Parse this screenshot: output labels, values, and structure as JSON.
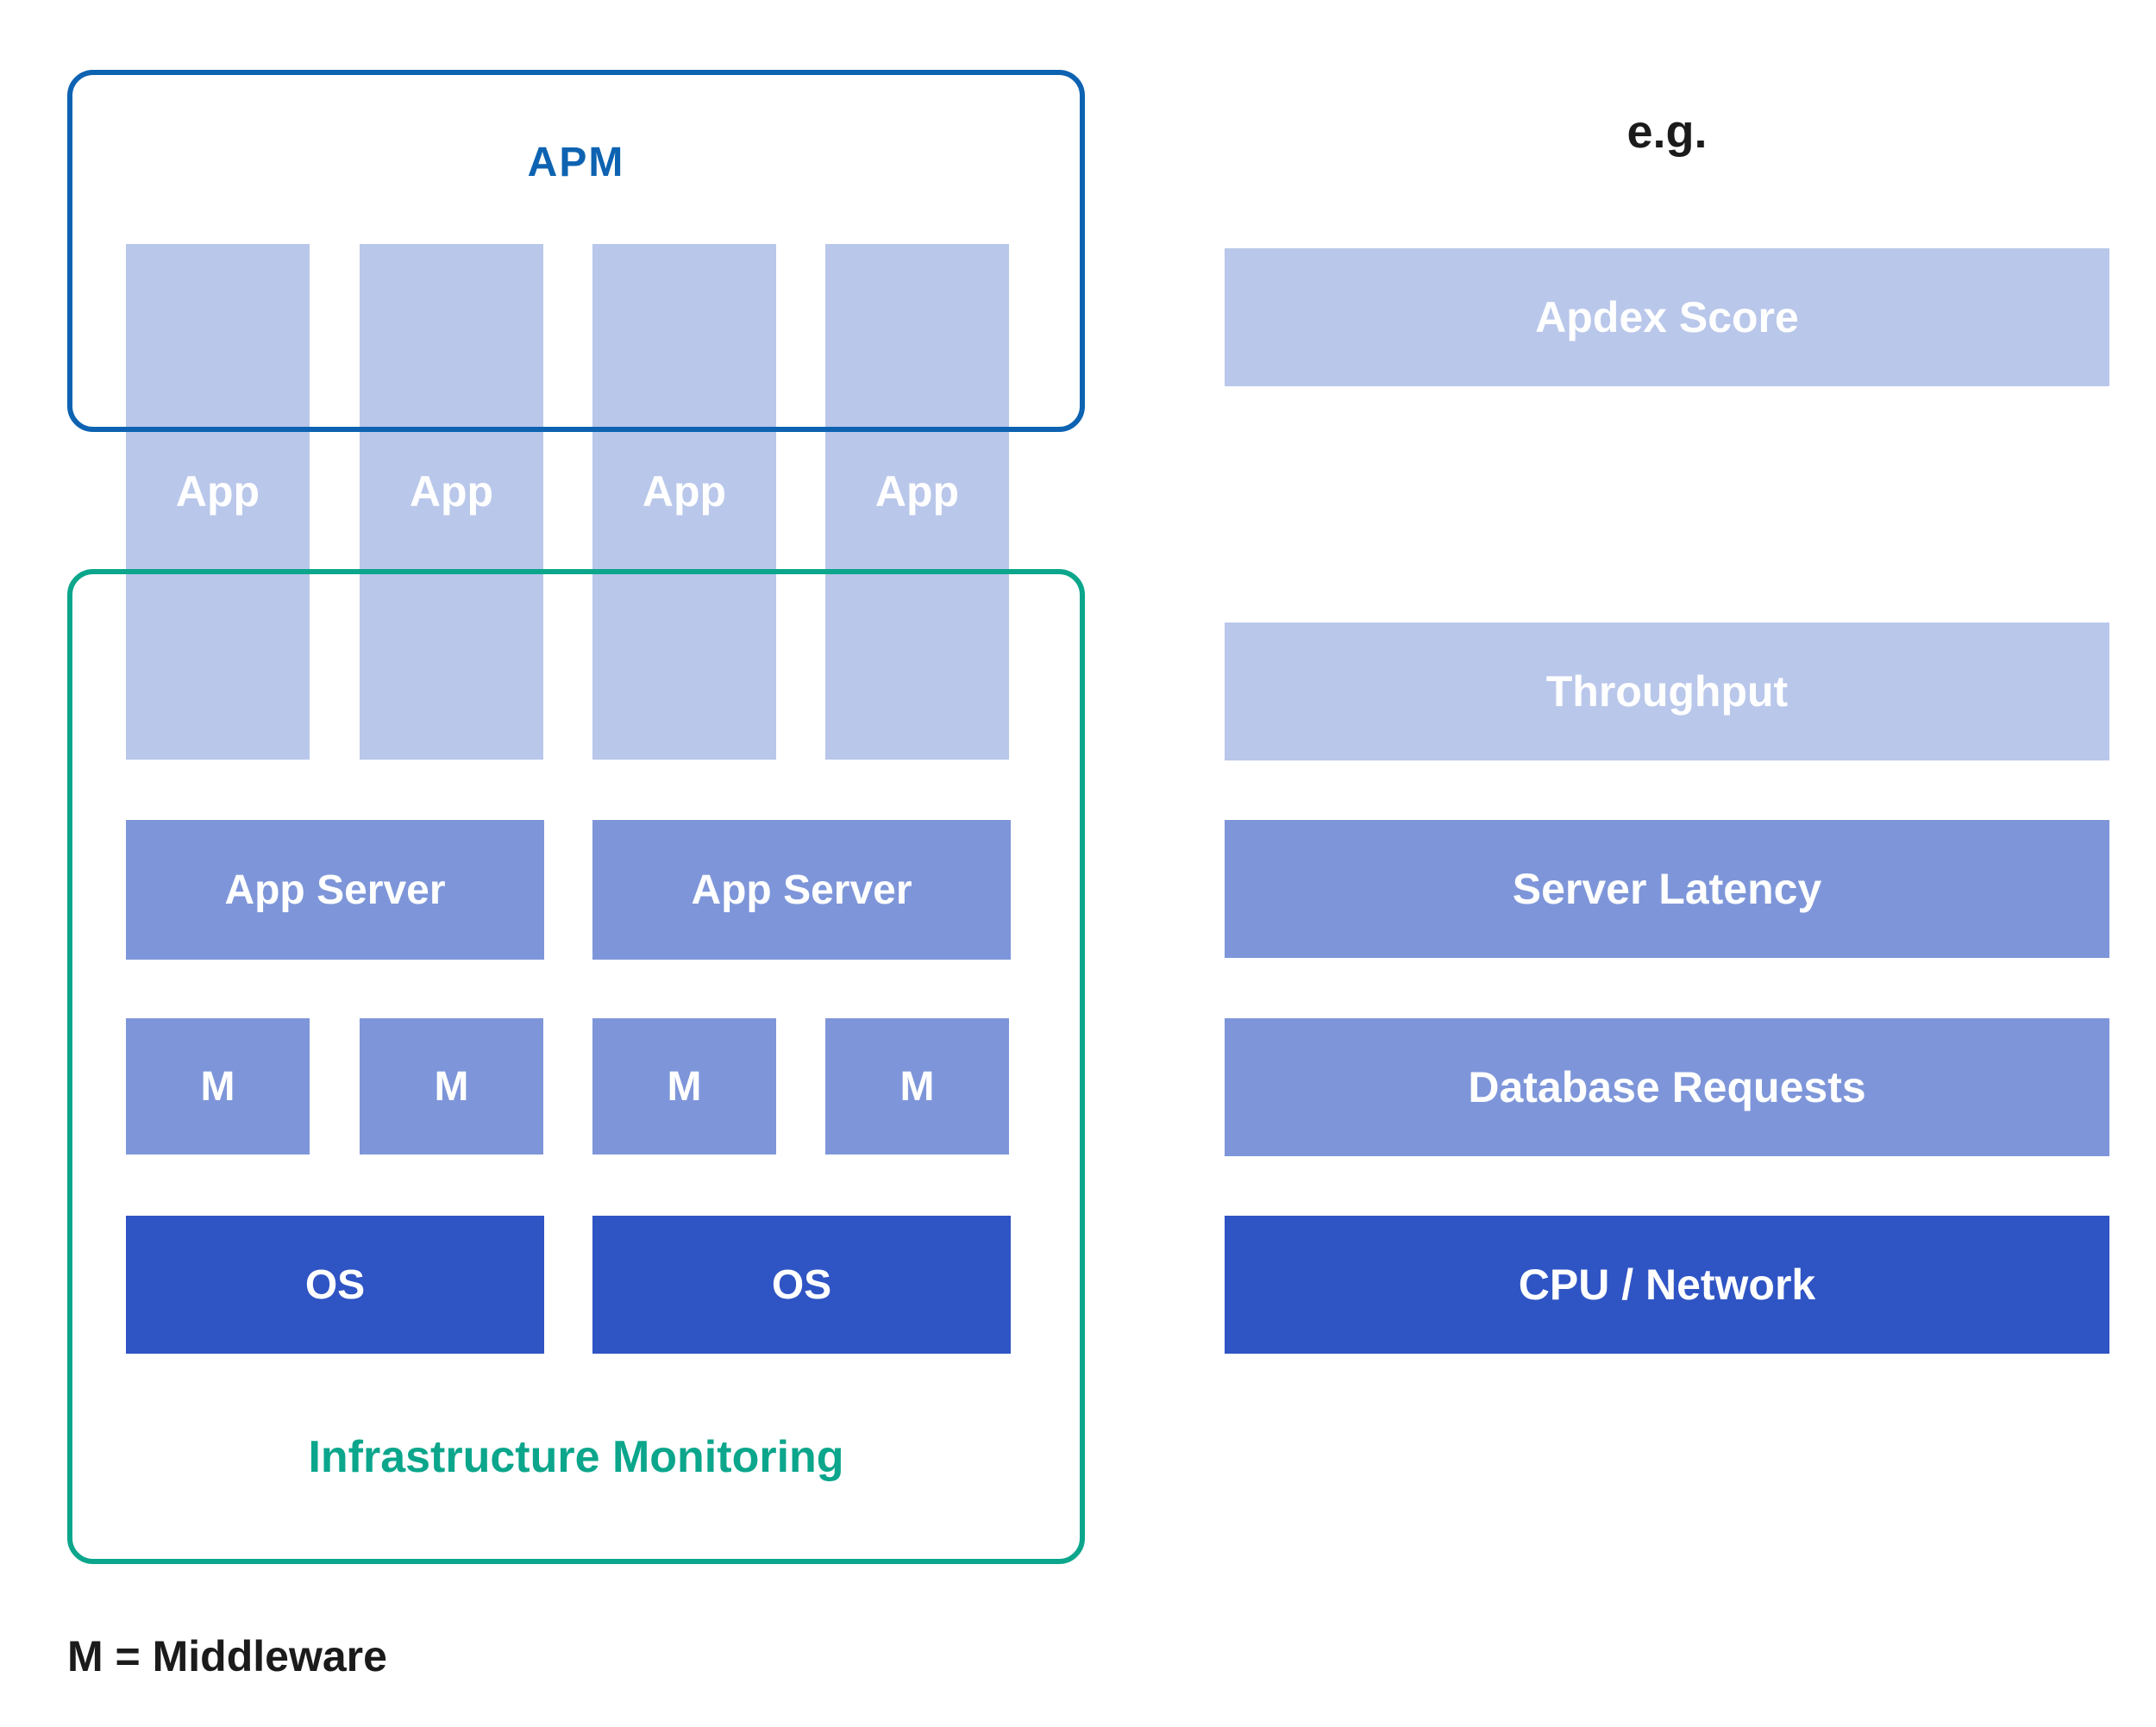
{
  "colors": {
    "light_blue": "#b9c7ea",
    "medium_blue": "#7e96d9",
    "dark_blue": "#2f54c4",
    "apm_blue": "#0d63b1",
    "teal": "#0ba68c",
    "text_dark": "#1b1b1b",
    "label_white": "#ffffff",
    "background": "#ffffff"
  },
  "left_stack": {
    "apm_label": "APM",
    "app_columns": [
      {
        "label": "App"
      },
      {
        "label": "App"
      },
      {
        "label": "App"
      },
      {
        "label": "App"
      }
    ],
    "app_servers": [
      {
        "label": "App Server"
      },
      {
        "label": "App Server"
      }
    ],
    "middleware_boxes": [
      {
        "label": "M"
      },
      {
        "label": "M"
      },
      {
        "label": "M"
      },
      {
        "label": "M"
      }
    ],
    "os_boxes": [
      {
        "label": "OS"
      },
      {
        "label": "OS"
      }
    ],
    "infrastructure_label": "Infrastructure Monitoring",
    "legend": "M = Middleware"
  },
  "right_stack": {
    "heading": "e.g.",
    "bars": [
      {
        "label": "Apdex Score",
        "tone": "light"
      },
      {
        "label": "Throughput",
        "tone": "light"
      },
      {
        "label": "Server Latency",
        "tone": "medium"
      },
      {
        "label": "Database Requests",
        "tone": "medium"
      },
      {
        "label": "CPU / Network",
        "tone": "dark"
      }
    ]
  }
}
